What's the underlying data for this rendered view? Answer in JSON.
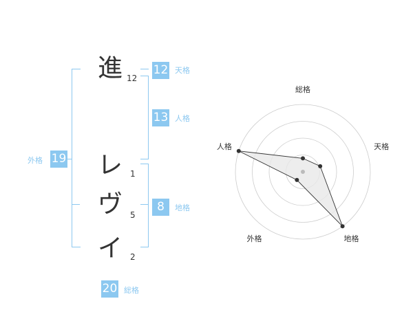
{
  "name_chars": [
    {
      "char": "進",
      "strokes": "12"
    },
    {
      "char": "レ",
      "strokes": "1"
    },
    {
      "char": "ヴ",
      "strokes": "5"
    },
    {
      "char": "イ",
      "strokes": "2"
    }
  ],
  "kakusu": {
    "tenkaku": {
      "value": "12",
      "label": "天格"
    },
    "jinkaku": {
      "value": "13",
      "label": "人格"
    },
    "chikaku": {
      "value": "8",
      "label": "地格"
    },
    "gaikaku": {
      "value": "19",
      "label": "外格"
    },
    "soukaku": {
      "value": "20",
      "label": "総格"
    }
  },
  "chart_data": {
    "type": "radar",
    "axes": [
      "総格",
      "天格",
      "地格",
      "外格",
      "人格"
    ],
    "values": [
      0.2,
      0.27,
      1.0,
      0.15,
      1.0
    ],
    "max": 1,
    "rings": 4,
    "colors": {
      "accent": "#8cc8f0",
      "line": "#333333",
      "fill": "#e8e8e8",
      "grid": "#cccccc"
    }
  }
}
